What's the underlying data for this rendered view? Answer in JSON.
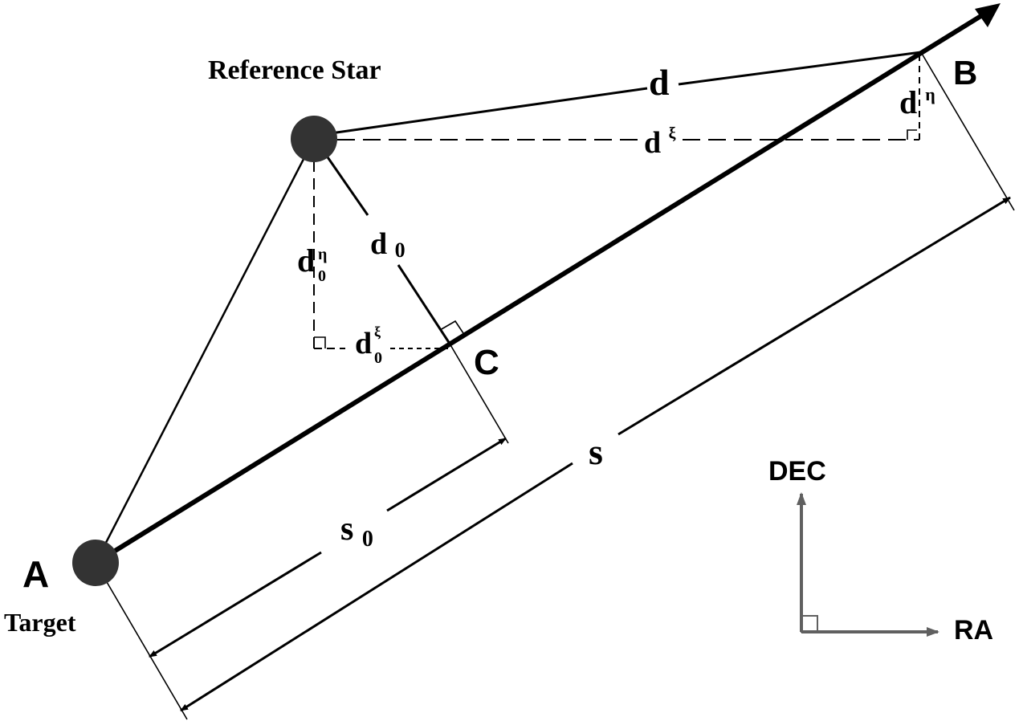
{
  "points": {
    "target_letter": "A",
    "target_label": "Target",
    "ref_label": "Reference Star",
    "b_letter": "B",
    "c_letter": "C"
  },
  "labels": {
    "d": "d",
    "d_xi_base": "d",
    "d_xi_sup": "ξ",
    "d_eta_base": "d",
    "d_eta_sup": "η",
    "d0_base": "d",
    "d0_sub": "0",
    "d0_eta_base": "d",
    "d0_eta_sup": "η",
    "d0_eta_sub": "0",
    "d0_xi_base": "d",
    "d0_xi_sup": "ξ",
    "d0_xi_sub": "0",
    "s": "s",
    "s0_base": "s",
    "s0_sub": "0"
  },
  "axes": {
    "dec_label": "DEC",
    "ra_label": "RA"
  },
  "colors": {
    "ink": "#000000",
    "dot": "#333333",
    "axis": "#606060"
  }
}
